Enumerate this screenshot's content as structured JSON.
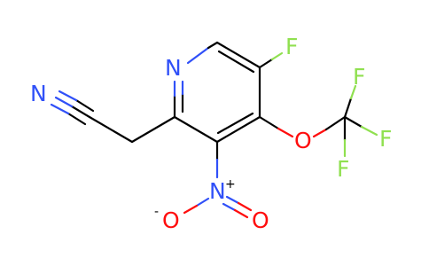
{
  "molecule": {
    "atoms": {
      "n_ring": "N",
      "f_ring": "F",
      "n_nitrile": "N",
      "o_ether": "O",
      "f_cf3_top": "F",
      "f_cf3_right": "F",
      "f_cf3_bottom": "F",
      "n_nitro": "N",
      "o_nitro_left": "O",
      "o_nitro_right": "O"
    },
    "charges": {
      "n_nitro": "+",
      "o_nitro_left": "-"
    },
    "colors": {
      "carbon_bond": "#000000",
      "nitrogen": "#3050f8",
      "oxygen": "#ff0d0d",
      "fluorine": "#90e050"
    }
  }
}
